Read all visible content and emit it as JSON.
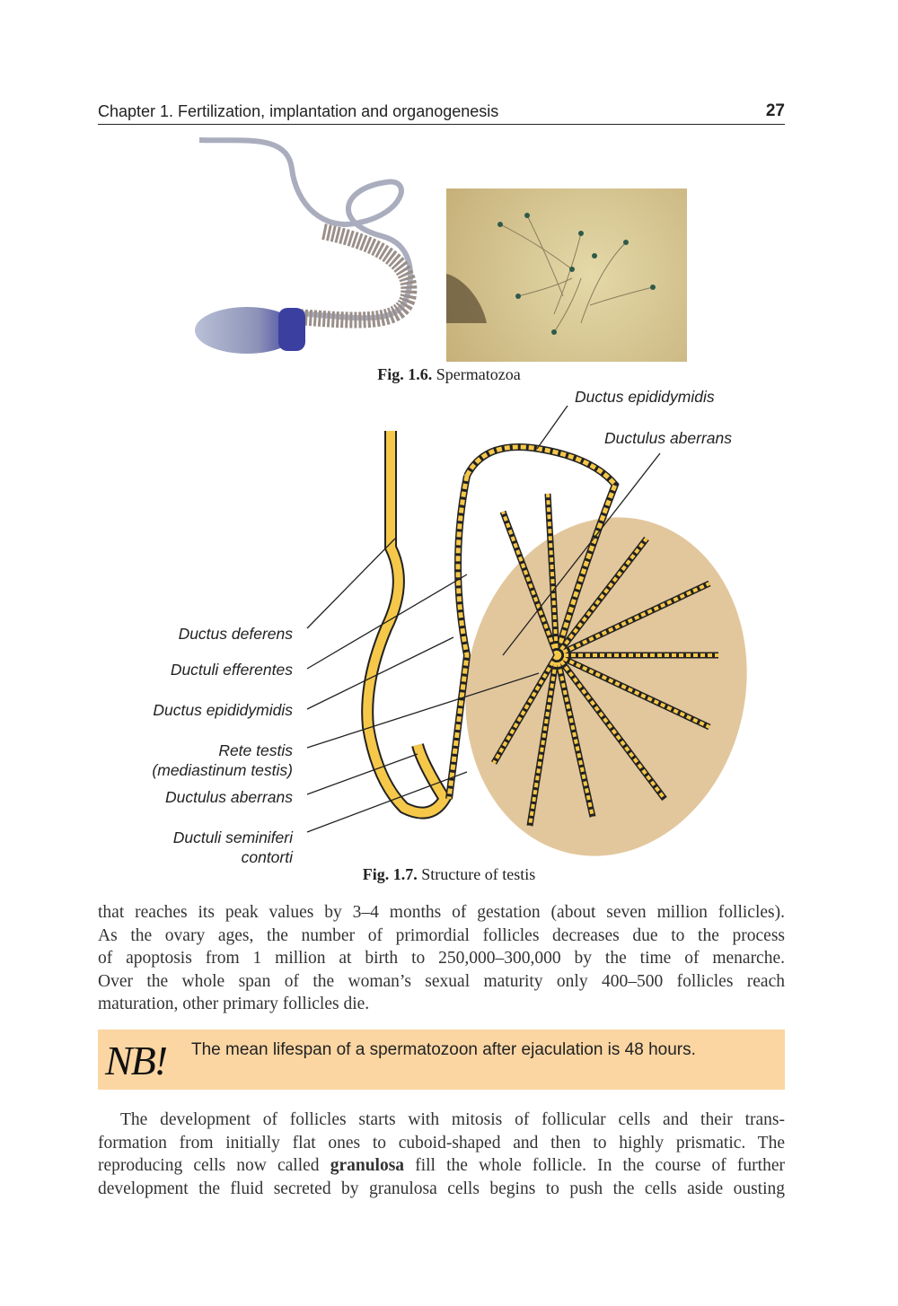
{
  "header": {
    "chapter_title": "Chapter 1. Fertilization, implantation and organogenesis",
    "page_number": "27"
  },
  "figure_1_6": {
    "label": "Fig. 1.6.",
    "caption": "Spermatozoa"
  },
  "figure_1_7": {
    "label": "Fig. 1.7.",
    "caption": "Structure of testis",
    "labels_right": [
      "Ductus epididymidis",
      "Ductulus aberrans"
    ],
    "labels_left": [
      "Ductus deferens",
      "Ductuli efferentes",
      "Ductus epididymidis",
      "Rete testis",
      "(mediastinum testis)",
      "Ductulus aberrans",
      "Ductuli seminiferi",
      "contorti"
    ]
  },
  "paragraph_1": [
    "that reaches its peak values by 3–4 months of gestation (about seven million follicles).",
    "As the ovary ages, the number of primordial follicles decreases due to the process",
    "of apoptosis from 1 million at birth to 250,000–300,000 by the time of menarche.",
    "Over the whole span of the woman’s sexual maturity only 400–500 follicles reach",
    "maturation, other primary follicles die."
  ],
  "nb_box": {
    "mark": "NB!",
    "text": "The mean lifespan of a spermatozoon after ejaculation is 48 hours.",
    "color": "#fbd6a3"
  },
  "paragraph_2": {
    "line1": "The development of follicles starts with mitosis of follicular cells and their trans-",
    "line2": "formation from initially flat ones to cuboid-shaped and then to highly prismatic. The",
    "line3_before": "reproducing cells now called ",
    "line3_bold": "granulosa",
    "line3_after": " fill the whole follicle. In the course of further",
    "line4": "development the fluid secreted by granulosa cells begins to push the cells aside ousting"
  }
}
